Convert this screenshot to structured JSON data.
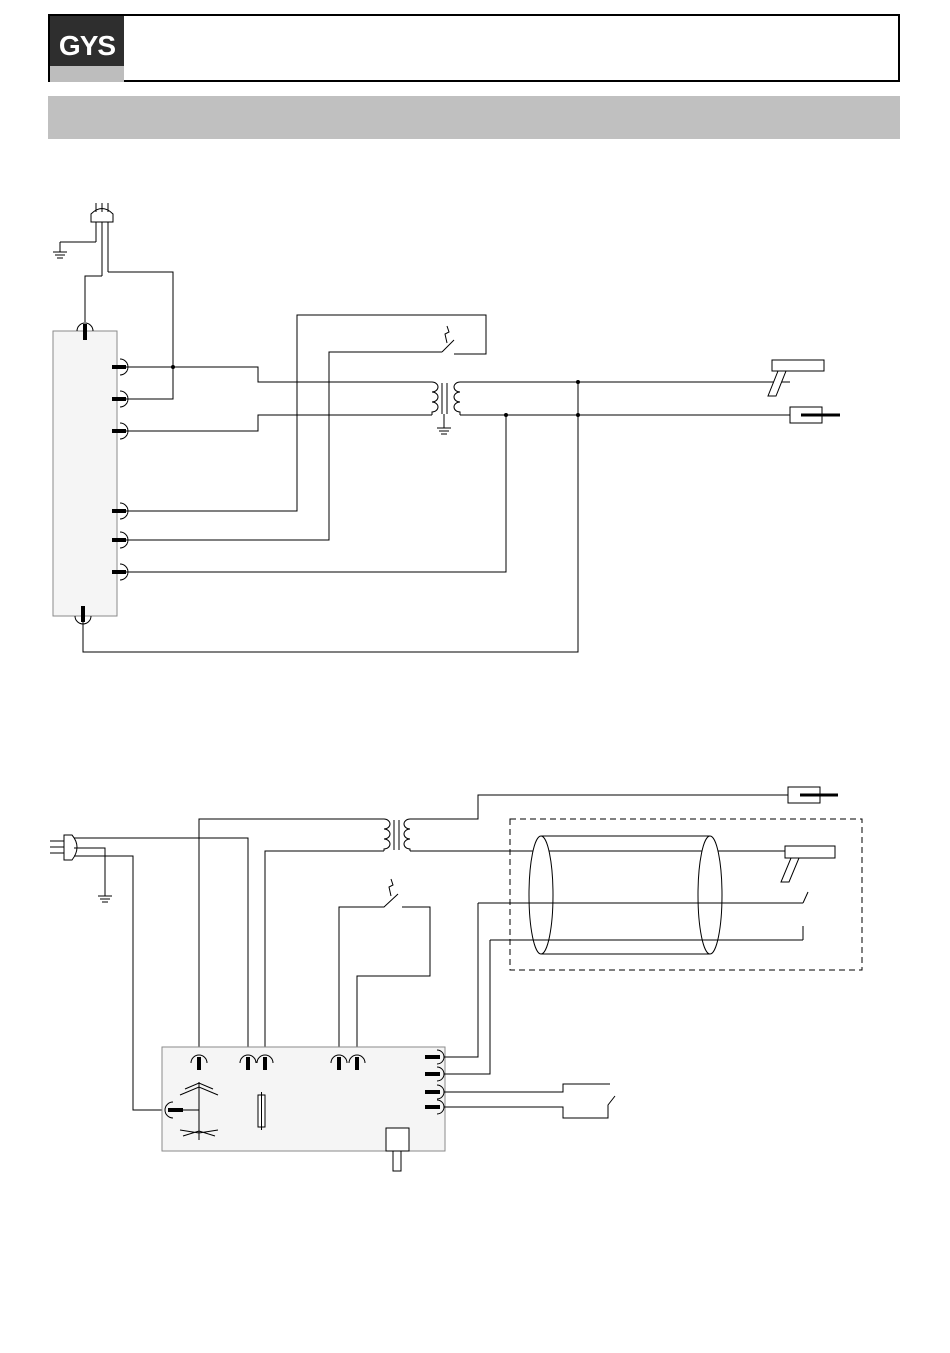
{
  "header": {
    "logo_text": "GYS",
    "title": ""
  },
  "banner": {
    "text": ""
  },
  "colors": {
    "line": "#000000",
    "panel_fill": "#f5f5f5",
    "panel_border": "#8a8a8a",
    "banner": "#c0c0c0",
    "logo_bg": "#2e2e2e"
  },
  "diagrams": [
    {
      "name": "upper-wiring-diagram"
    },
    {
      "name": "lower-wiring-diagram"
    }
  ]
}
